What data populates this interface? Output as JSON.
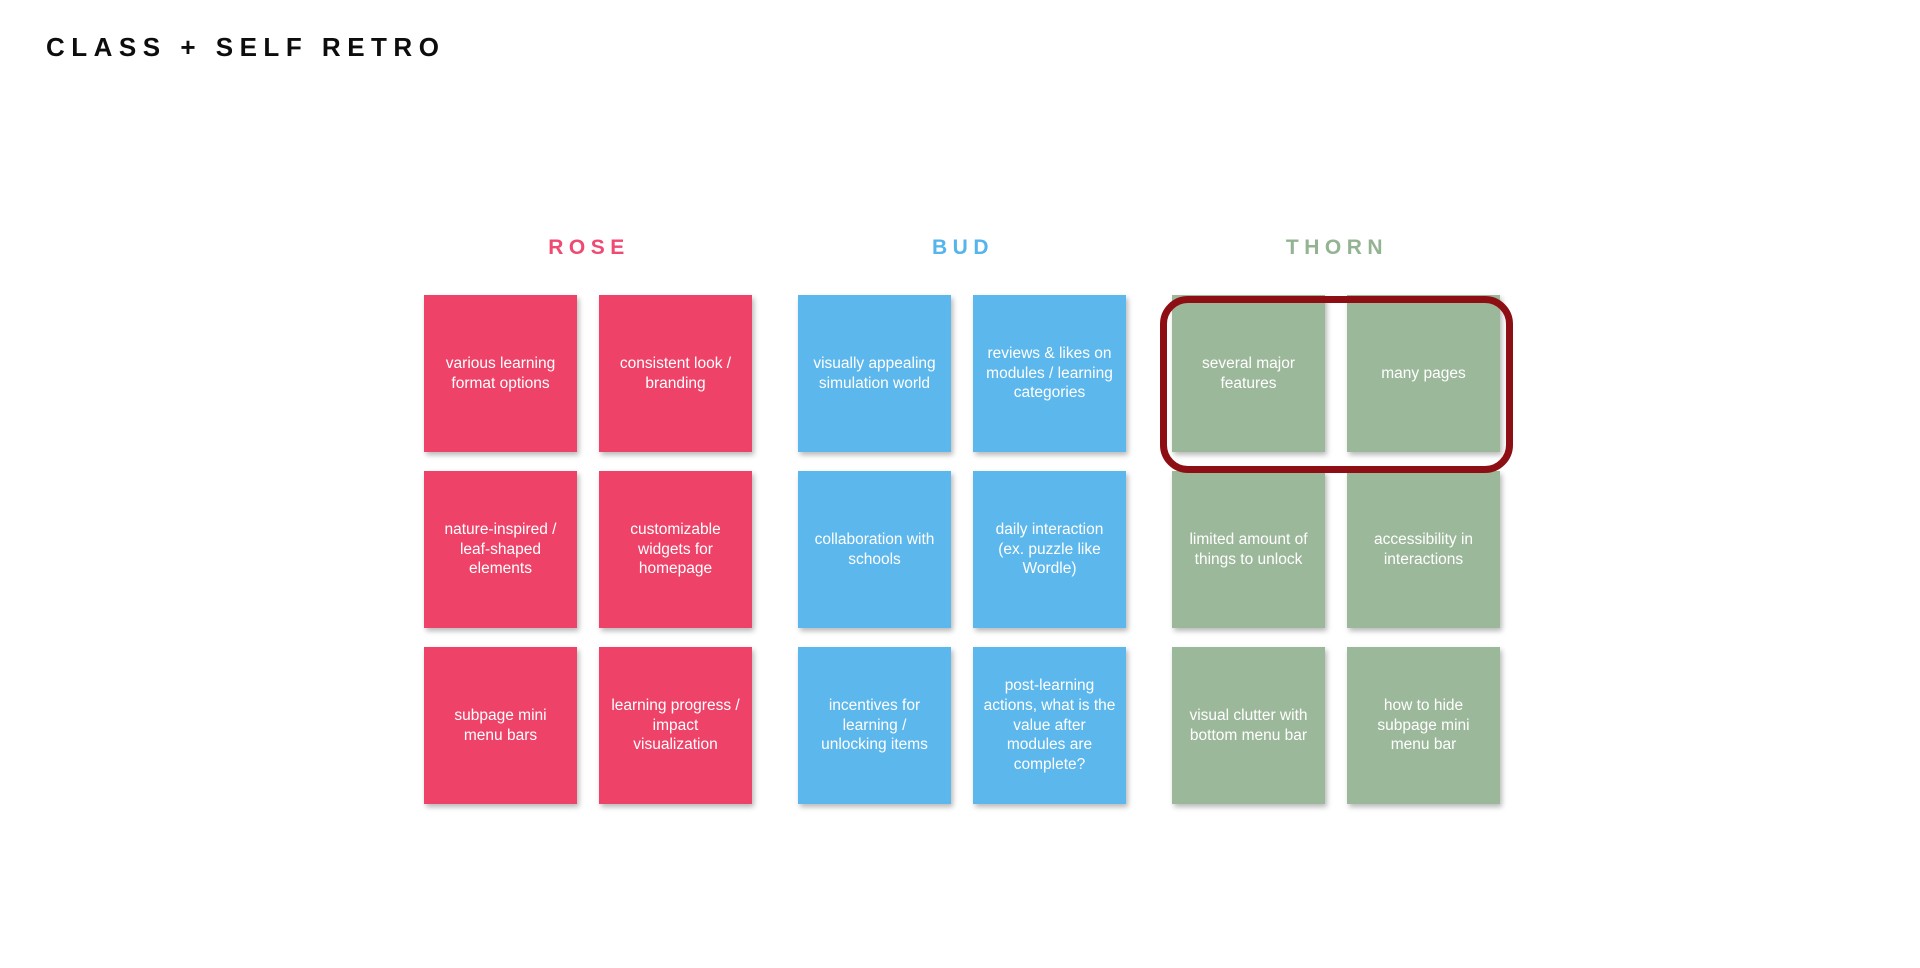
{
  "header": {
    "title": "CLASS + SELF RETRO"
  },
  "accent_colors": {
    "rose": "#ef4268",
    "bud": "#5cb7ec",
    "thorn": "#9cb89a",
    "rose_header": "#ef4a72",
    "bud_header": "#56b4ec",
    "thorn_header": "#94b392",
    "highlight_outline": "#8d0f14",
    "title": "#0d0d0d",
    "background": "#ffffff",
    "card_text": "#ffffff"
  },
  "columns": [
    {
      "key": "rose",
      "label": "ROSE",
      "cards": [
        {
          "text": "various learning format options"
        },
        {
          "text": "consistent look / branding"
        },
        {
          "text": "nature-inspired / leaf-shaped elements"
        },
        {
          "text": "customizable widgets for homepage"
        },
        {
          "text": "subpage mini menu bars"
        },
        {
          "text": "learning progress / impact visualization"
        }
      ]
    },
    {
      "key": "bud",
      "label": "BUD",
      "cards": [
        {
          "text": "visually appealing simulation world"
        },
        {
          "text": "reviews & likes on modules / learning categories"
        },
        {
          "text": "collaboration with schools"
        },
        {
          "text": "daily interaction (ex. puzzle like Wordle)"
        },
        {
          "text": "incentives for learning / unlocking items"
        },
        {
          "text": "post-learning actions, what is the value after modules are complete?"
        }
      ]
    },
    {
      "key": "thorn",
      "label": "THORN",
      "cards": [
        {
          "text": "several major features"
        },
        {
          "text": "many pages"
        },
        {
          "text": "limited amount of things to unlock"
        },
        {
          "text": "accessibility in interactions"
        },
        {
          "text": "visual clutter with bottom menu bar"
        },
        {
          "text": "how to hide subpage mini menu bar"
        }
      ]
    }
  ],
  "annotations": [
    {
      "name": "thorn-row-1-highlight",
      "shape": "rounded-rectangle",
      "color": "#8d0f14",
      "encloses": [
        "several major features",
        "many pages"
      ]
    }
  ]
}
